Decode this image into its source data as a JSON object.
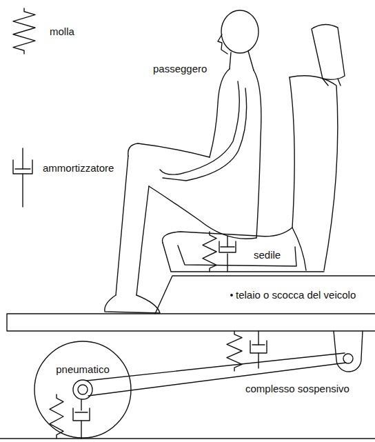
{
  "diagram": {
    "nodes": [
      {
        "text": [
          "pneumatico"
        ]
      }
    ],
    "labels": [
      "molla",
      "ammortizzatore",
      "passeggero",
      "sedile",
      "telaio o scocca del veicolo",
      "complesso sospensivo"
    ]
  }
}
